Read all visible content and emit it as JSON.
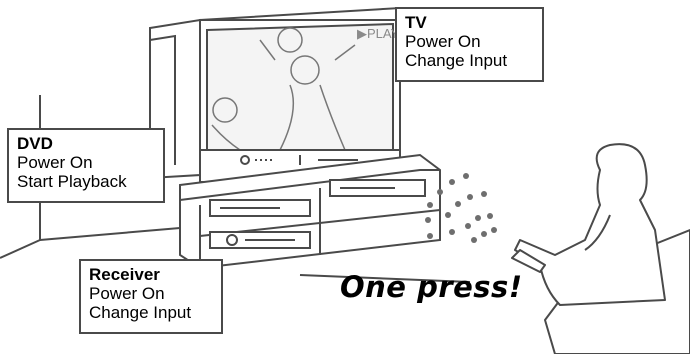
{
  "callouts": {
    "tv": {
      "title": "TV",
      "line1": "Power On",
      "line2": "Change Input"
    },
    "dvd": {
      "title": "DVD",
      "line1": "Power On",
      "line2": "Start Playback"
    },
    "receiver": {
      "title": "Receiver",
      "line1": "Power On",
      "line2": "Change Input"
    }
  },
  "slogan": "One press!",
  "screen_osd": "▶PLAY",
  "colors": {
    "line": "#4a4a4a",
    "dots": "#6e6e6e",
    "screen": "#f4f4f4"
  }
}
